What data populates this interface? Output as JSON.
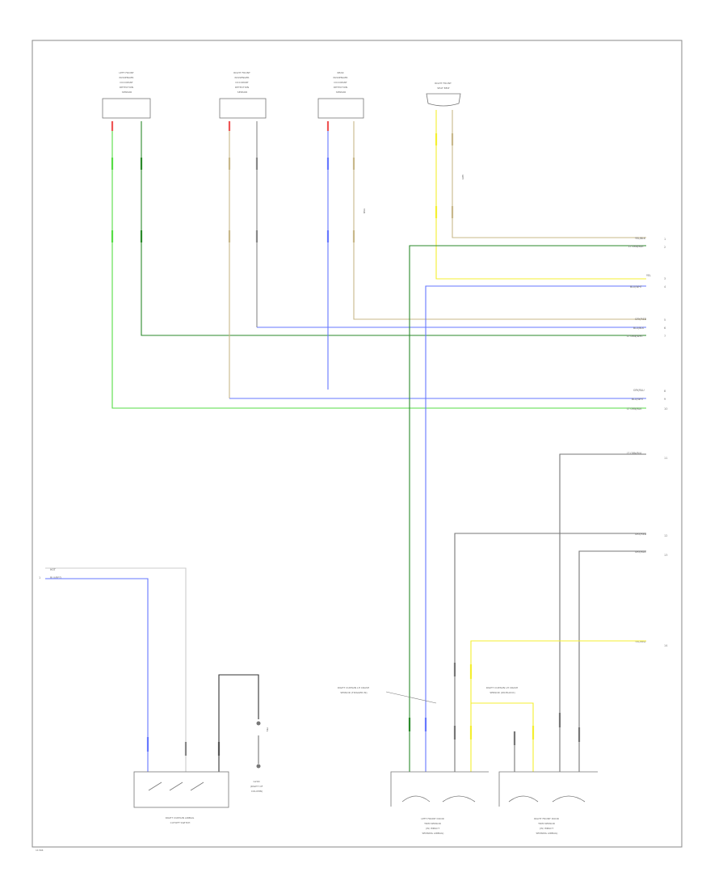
{
  "colors": {
    "green": "#55dd44",
    "dkgreen": "#2a8a2a",
    "blue": "#6677ff",
    "yellow": "#f4ef30",
    "tan": "#c8b88a",
    "gray": "#777777",
    "red": "#ee5555",
    "frame": "#888888"
  },
  "page": {
    "ref": "11304"
  },
  "top_components": [
    {
      "lines": [
        "LEFT FRONT",
        "PASSENGER",
        "OCCUPANT",
        "DETECTION",
        "SENSOR"
      ]
    },
    {
      "lines": [
        "RIGHT FRONT",
        "PASSENGER",
        "OCCUPANT",
        "DETECTION",
        "SENSOR"
      ]
    },
    {
      "lines": [
        "REAR",
        "PASSENGER",
        "OCCUPANT",
        "DETECTION",
        "SENSOR"
      ]
    },
    {
      "lines": [
        "RIGHT FRONT",
        "SEAT BELT"
      ]
    }
  ],
  "right_labels": [
    {
      "text": "YEL/BLK",
      "pin": "1"
    },
    {
      "text": "LT GRN/BLK",
      "pin": "2"
    },
    {
      "text": "YEL",
      "pin": "3"
    },
    {
      "text": "BLU/WHT",
      "pin": "4"
    },
    {
      "text": "GRY/RED",
      "pin": "5"
    },
    {
      "text": "BLU/BLK",
      "pin": "6"
    },
    {
      "text": "LT GRN/WHT",
      "pin": "7"
    },
    {
      "text": "GRY/BLU",
      "pin": "8"
    },
    {
      "text": "BLU/WHT",
      "pin": "9"
    },
    {
      "text": "LT GRN/BLK",
      "pin": "10"
    },
    {
      "text": "LT GRN/BLK",
      "pin": "11"
    },
    {
      "text": "GRY/RED",
      "pin": "12"
    },
    {
      "text": "GRY/BLK",
      "pin": "13"
    },
    {
      "text": "YEL/RED",
      "pin": "14"
    }
  ],
  "left_labels": [
    {
      "text": "HOT",
      "pin": ""
    },
    {
      "text": "BLU/RED",
      "pin": "1"
    }
  ],
  "wire_tags": [
    "GRY",
    "TAN",
    "YEL"
  ],
  "switch_label": [
    "RIGHT CURTAIN AIRBAG",
    "CUTOFF SWITCH"
  ],
  "ground_label": [
    "G200",
    "(RIGHT OF",
    "COLUMN)"
  ],
  "note_left": [
    "RIGHT CURTAIN LH CRASH",
    "SENSOR (TRIGGER IN)"
  ],
  "note_right": [
    "RIGHT CURTAIN LH CRASH",
    "SENSOR (ON BLOCK)"
  ],
  "bottom_components": [
    {
      "lines": [
        "LEFT FRONT DOOR",
        "TRIM SENSOR",
        "(W/ IMPACT",
        "SENSING AIRBAG)"
      ]
    },
    {
      "lines": [
        "RIGHT FRONT DOOR",
        "TRIM SENSOR",
        "(W/ IMPACT",
        "SENSING AIRBAG)"
      ]
    }
  ]
}
